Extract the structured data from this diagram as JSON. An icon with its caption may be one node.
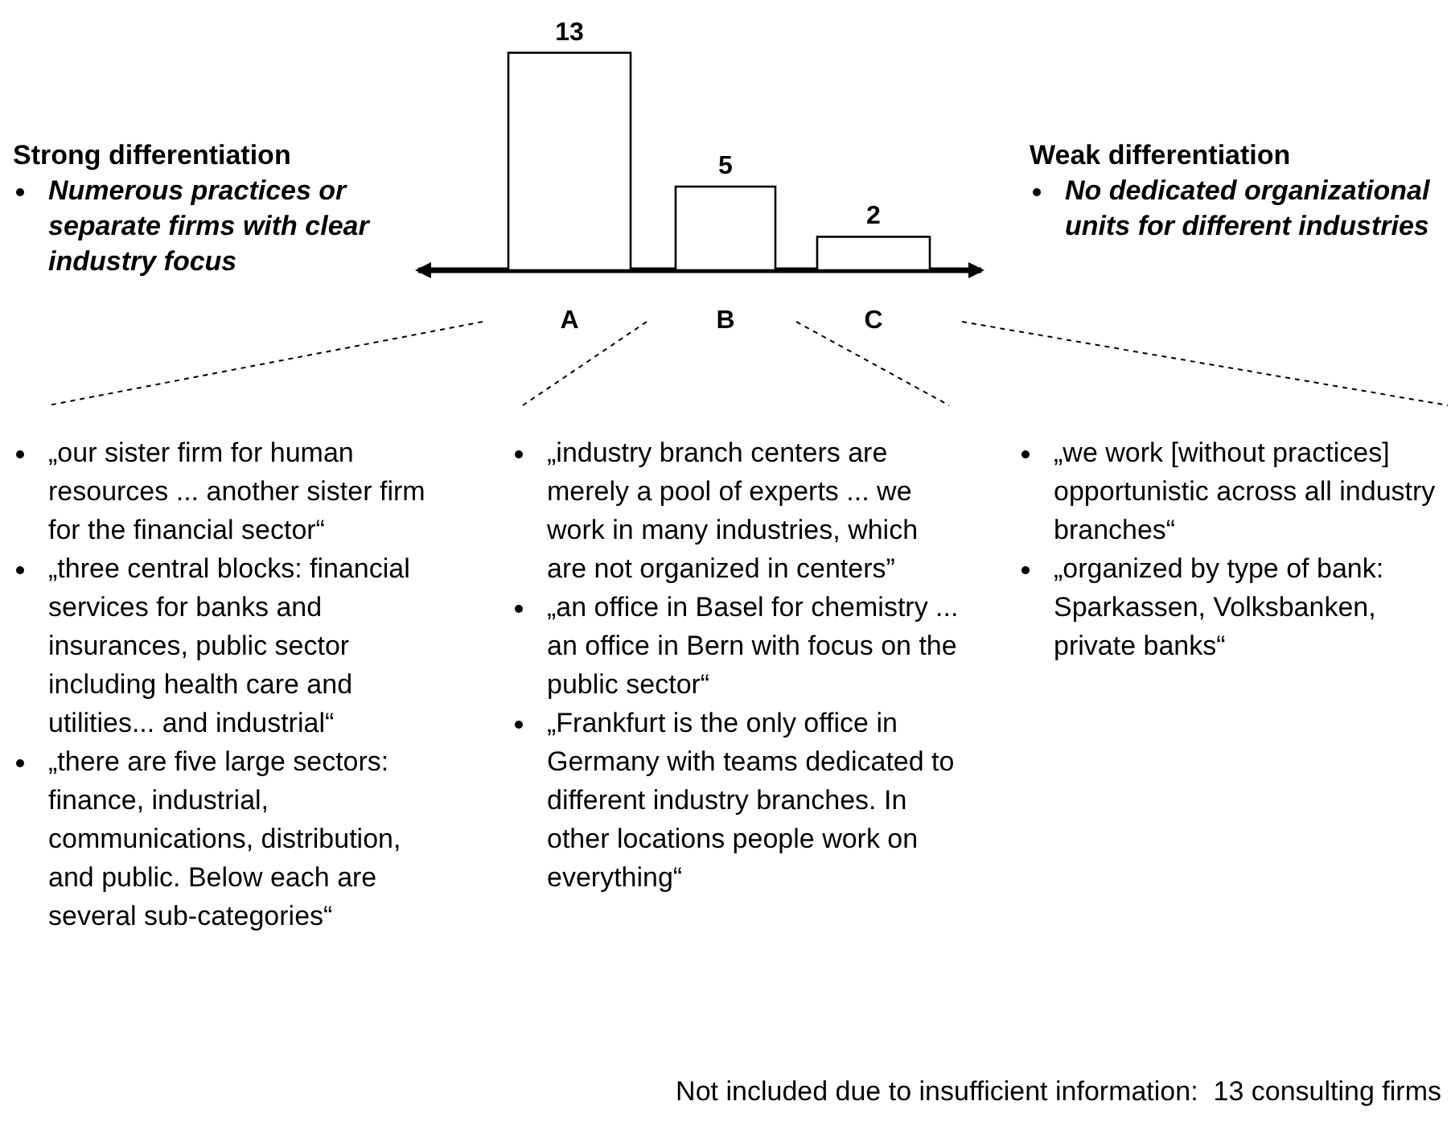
{
  "diagram": {
    "labels": [
      "Strong differentiation",
      "Numerous practices or separate firms with clear industry focus",
      "Weak differentiation",
      "No dedicated organizational units for different industries",
      "„our sister firm for human resources ... another sister firm for the financial sector“",
      "„three central blocks: financial services for banks and insurances, public sector including health care and utilities... and industrial“",
      "„there are five large sectors: finance, industrial, communications, distribution, and public. Below each are several sub-categories“",
      "„industry branch centers are merely a pool of experts ... we work in many industries, which are not organized in centers”",
      "„an office in Basel for chemistry ... an office in Bern with focus on the public sector“",
      "„Frankfurt is the only office in Germany with teams dedicated to different industry branches. In other locations people work on everything“",
      "„we work [without practices] opportunistic across all industry branches“",
      "„organized by type of bank: Sparkassen, Volksbanken, private banks“",
      "Not included due to insufficient information:  13 consulting firms"
    ],
    "chart_data": {
      "type": "bar",
      "categories": [
        "A",
        "B",
        "C"
      ],
      "values": [
        13,
        5,
        2
      ],
      "data_labels": true
    }
  }
}
